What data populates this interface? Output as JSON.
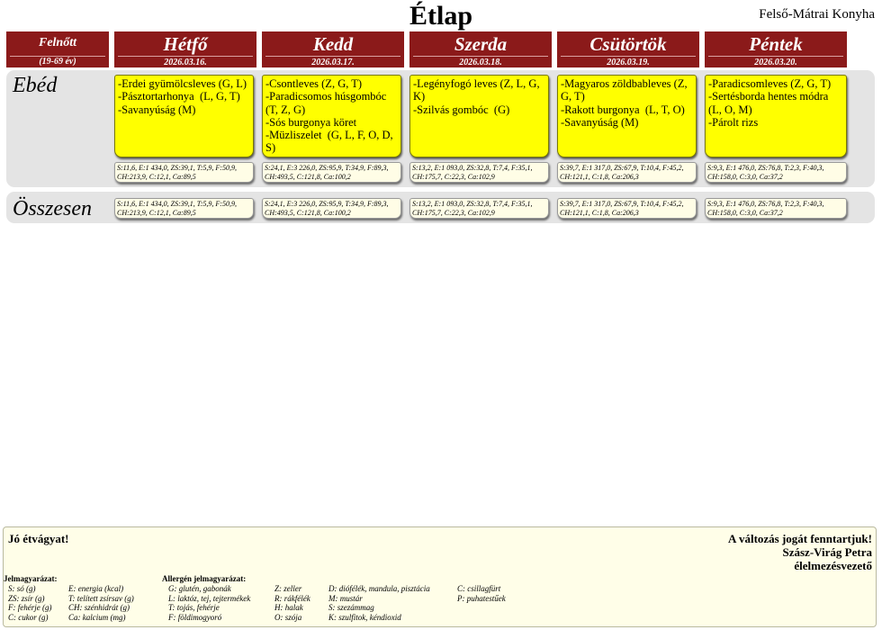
{
  "title": "Étlap",
  "kitchen": "Felső-Mátrai Konyha",
  "group": {
    "label": "Felnőtt",
    "age": "(19-69 év)"
  },
  "days": [
    {
      "name": "Hétfő",
      "date": "2026.03.16.",
      "menu": [
        "-Erdei gyümölcsleves (G, L)",
        "-Pásztortarhonya  (L, G, T)",
        "-Savanyúság (M)"
      ],
      "nutrition": "S:11,6, E:1 434,0, ZS:39,1, T:5,9, F:50,9, CH:213,9, C:12,1, Ca:89,5"
    },
    {
      "name": "Kedd",
      "date": "2026.03.17.",
      "menu": [
        "-Csontleves (Z, G, T)",
        "-Paradicsomos húsgombóc (T, Z, G)",
        "-Sós burgonya köret",
        "-Müzliszelet  (G, L, F, O, D, S)"
      ],
      "nutrition": "S:24,1, E:3 226,0, ZS:95,9, T:34,9, F:89,3, CH:493,5, C:121,8, Ca:100,2"
    },
    {
      "name": "Szerda",
      "date": "2026.03.18.",
      "menu": [
        "-Legényfogó leves (Z, L, G, K)",
        "-Szilvás gombóc  (G)"
      ],
      "nutrition": "S:13,2, E:1 093,0, ZS:32,8, T:7,4, F:35,1, CH:175,7, C:22,3, Ca:102,9"
    },
    {
      "name": "Csütörtök",
      "date": "2026.03.19.",
      "menu": [
        "-Magyaros zöldbableves (Z, G, T)",
        "-Rakott burgonya  (L, T, O)",
        "-Savanyúság (M)"
      ],
      "nutrition": "S:39,7, E:1 317,0, ZS:67,9, T:10,4, F:45,2, CH:121,1, C:1,8, Ca:206,3"
    },
    {
      "name": "Péntek",
      "date": "2026.03.20.",
      "menu": [
        "-Paradicsomleves (Z, G, T)",
        "-Sertésborda hentes módra (L, O, M)",
        "-Párolt rizs"
      ],
      "nutrition": "S:9,3, E:1 476,0, ZS:76,8, T:2,3, F:40,3, CH:158,0, C:3,0, Ca:37,2"
    }
  ],
  "rows": {
    "lunch": "Ebéd",
    "total": "Összesen"
  },
  "footer": {
    "greeting": "Jó étvágyat!",
    "rights": "A változás jogát fenntartjuk!",
    "signer": "Szász-Virág Petra",
    "role": "élelmezésvezető",
    "legend_title": "Jelmagyarázat:",
    "allergen_title": "Allergén jelmagyarázat:",
    "legend": [
      [
        "S: só (g)",
        "ZS: zsír (g)",
        "F: fehérje (g)",
        "C: cukor (g)"
      ],
      [
        "E: energia (kcal)",
        "T: telített zsírsav (g)",
        "CH: szénhidrát (g)",
        "Ca: kalcium (mg)"
      ]
    ],
    "allergens": [
      [
        "G: glutén, gabonák",
        "L: laktóz, tej, tejtermékek",
        "T: tojás, fehérje",
        "F: földimogyoró"
      ],
      [
        "Z: zeller",
        "R: rákfélék",
        "H: halak",
        "O: szója"
      ],
      [
        "D: diófélék, mandula, pisztácia",
        "M: mustár",
        "S: szezámmag",
        "K: szulfitok, kéndioxid"
      ],
      [
        "C: csillagfürt",
        "P: puhatestűek"
      ]
    ]
  }
}
